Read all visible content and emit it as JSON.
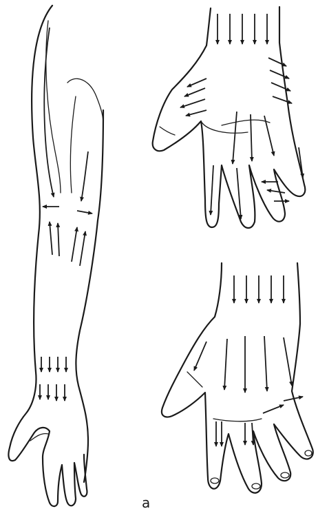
{
  "figure": {
    "panels": [
      "arm-lateral",
      "hand-palm",
      "hand-dorsum"
    ],
    "label_fragment": "a",
    "stroke_color": "#1a1a1a",
    "background": "#ffffff"
  }
}
